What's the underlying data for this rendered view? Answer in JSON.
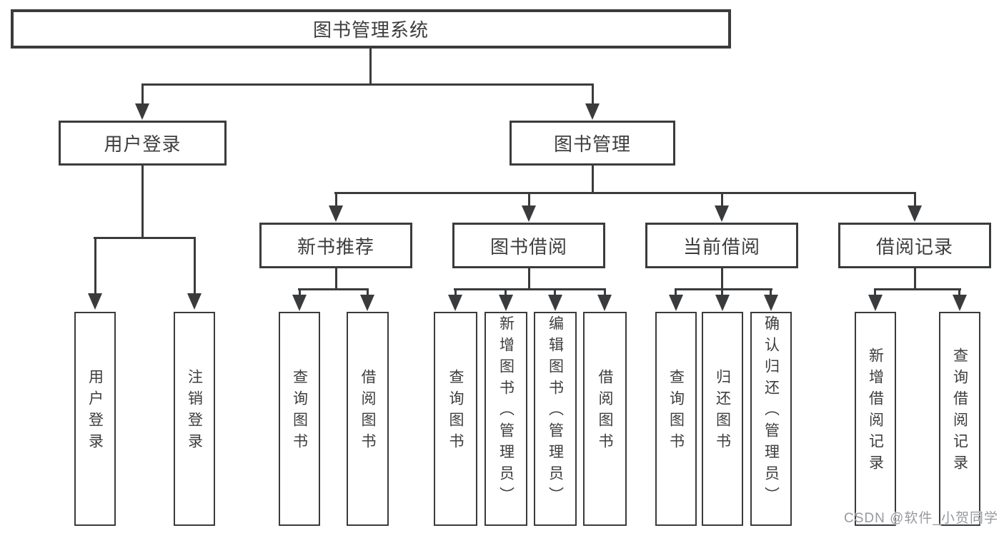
{
  "tree": {
    "label": "图书管理系统",
    "children": [
      {
        "label": "用户登录",
        "children": [
          {
            "label": "用户登录"
          },
          {
            "label": "注销登录"
          }
        ]
      },
      {
        "label": "图书管理",
        "children": [
          {
            "label": "新书推荐",
            "children": [
              {
                "label": "查询图书"
              },
              {
                "label": "借阅图书"
              }
            ]
          },
          {
            "label": "图书借阅",
            "children": [
              {
                "label": "查询图书"
              },
              {
                "label": "新增图书（管理员）"
              },
              {
                "label": "编辑图书（管理员）"
              },
              {
                "label": "借阅图书"
              }
            ]
          },
          {
            "label": "当前借阅",
            "children": [
              {
                "label": "查询图书"
              },
              {
                "label": "归还图书"
              },
              {
                "label": "确认归还（管理员）"
              }
            ]
          },
          {
            "label": "借阅记录",
            "children": [
              {
                "label": "新增借阅记录"
              },
              {
                "label": "查询借阅记录"
              }
            ]
          }
        ]
      }
    ]
  },
  "watermark": {
    "text": "CSDN @软件_小贺同学"
  },
  "colors": {
    "line": "#3a3b3d",
    "text": "#3d3d3e",
    "background": "#ffffff",
    "watermark": "#97999d"
  }
}
